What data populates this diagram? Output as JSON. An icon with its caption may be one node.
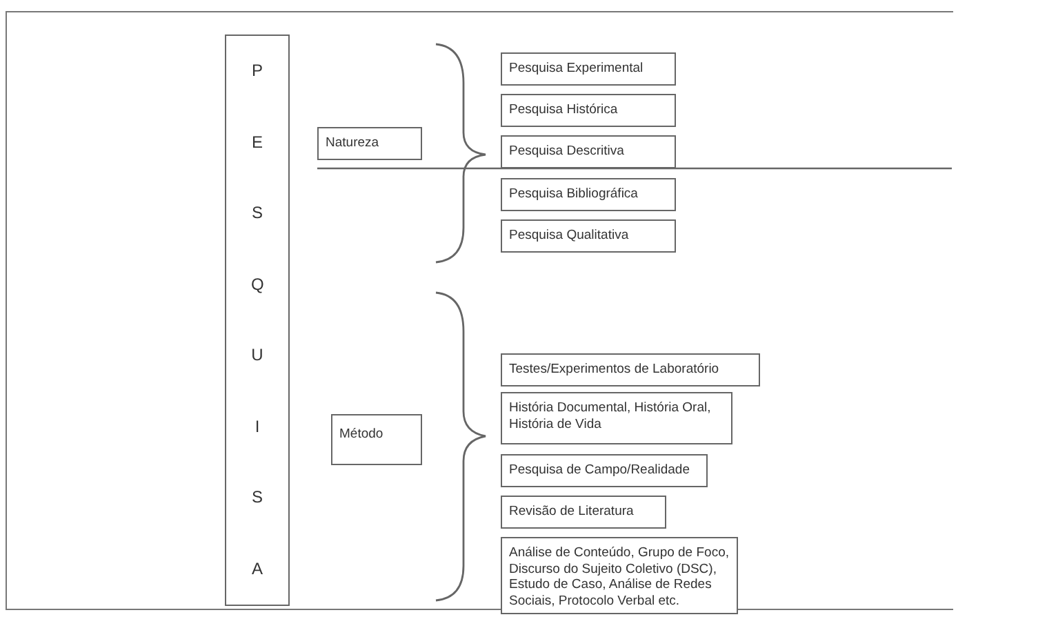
{
  "diagram": {
    "nodes": [
      {
        "text": [
          "PESQUISA"
        ]
      },
      {
        "text": [
          "Natureza"
        ]
      },
      {
        "text": [
          "Pesquisa Experimental"
        ]
      },
      {
        "text": [
          "Pesquisa Histórica"
        ]
      },
      {
        "text": [
          "Pesquisa Descritiva"
        ]
      },
      {
        "text": [
          "Pesquisa Bibliográfica"
        ]
      },
      {
        "text": [
          "Pesquisa Qualitativa"
        ]
      },
      {
        "text": [
          "Método"
        ]
      },
      {
        "text": [
          "Testes/Experimentos de Laboratório"
        ]
      },
      {
        "text": [
          "História Documental, História Oral, História de Vida"
        ]
      },
      {
        "text": [
          "Pesquisa de Campo/Realidade"
        ]
      },
      {
        "text": [
          "Revisão de Literatura"
        ]
      },
      {
        "text": [
          "Análise de Conteúdo, Grupo de Foco, Discurso do Sujeito Coletivo (DSC), Estudo de Caso, Análise de Redes Sociais, Protocolo Verbal etc."
        ]
      }
    ],
    "edges": []
  }
}
